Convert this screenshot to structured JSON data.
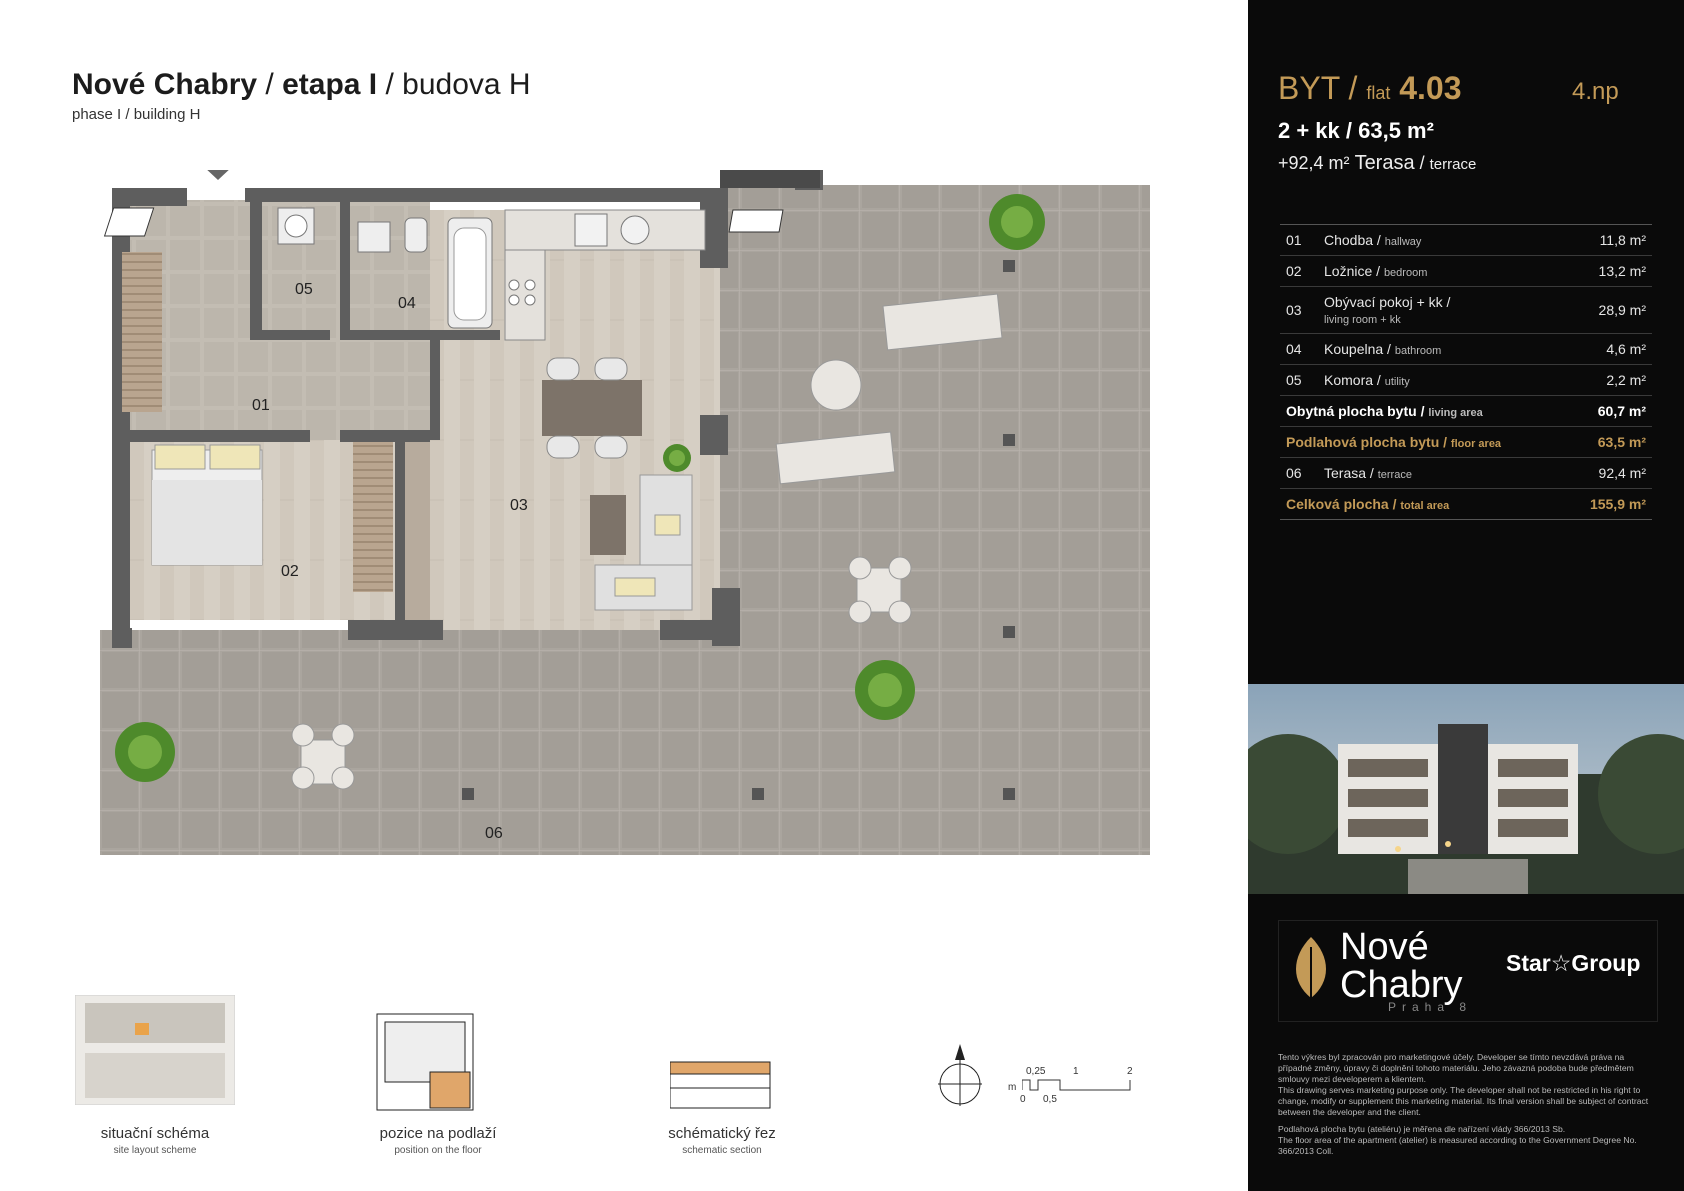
{
  "header": {
    "title_part1": "Nové Chabry",
    "sep1": " / ",
    "title_part2": "etapa I",
    "sep2": " / ",
    "title_part3": "budova H",
    "subtitle": "phase I / building H"
  },
  "plan": {
    "room_labels": [
      "01",
      "02",
      "03",
      "04",
      "05",
      "06"
    ]
  },
  "panel": {
    "byt": "BYT",
    "slash": " / ",
    "flat_en": "flat",
    "flat_no": "4.03",
    "floor": "4.np",
    "type": "2 + kk / 63,5 m²",
    "terrace_area": "+92,4 m²",
    "terrace_cz": "Terasa",
    "terrace_sep": " / ",
    "terrace_en": "terrace",
    "rooms": [
      {
        "num": "01",
        "cz": "Chodba",
        "en": "hallway",
        "area": "11,8 m²"
      },
      {
        "num": "02",
        "cz": "Ložnice",
        "en": "bedroom",
        "area": "13,2 m²"
      },
      {
        "num": "03",
        "cz": "Obývací pokoj + kk /",
        "en": "living room + kk",
        "area": "28,9 m²"
      },
      {
        "num": "04",
        "cz": "Koupelna",
        "en": "bathroom",
        "area": "4,6 m²"
      },
      {
        "num": "05",
        "cz": "Komora",
        "en": "utility",
        "area": "2,2 m²"
      }
    ],
    "living": {
      "cz": "Obytná plocha bytu",
      "en": "living area",
      "area": "60,7 m²"
    },
    "floor_area": {
      "cz": "Podlahová plocha bytu",
      "en": "floor area",
      "area": "63,5 m²"
    },
    "terrace_row": {
      "num": "06",
      "cz": "Terasa",
      "en": "terrace",
      "area": "92,4 m²"
    },
    "total": {
      "cz": "Celková plocha",
      "en": "total area",
      "area": "155,9 m²"
    },
    "logo_name_1": "Nové",
    "logo_name_2": "Chabry",
    "logo_city": "Praha 8",
    "developer_1": "Star",
    "developer_2": "Group",
    "disclaimer_1": "Tento výkres byl zpracován pro marketingové účely. Developer se tímto nevzdává práva na případné změny, úpravy či doplnění tohoto materiálu. Jeho závazná podoba bude předmětem smlouvy mezi developerem a klientem.",
    "disclaimer_2": "This drawing serves marketing purpose only. The developer shall not be restricted in his right to change, modify or supplement this marketing material. Its final version shall be subject of contract between the developer and the client.",
    "disclaimer_3": "Podlahová plocha bytu (ateliéru) je měřena dle nařízení vlády 366/2013 Sb.",
    "disclaimer_4": "The floor area of the apartment (atelier) is measured according to the Government Degree No. 366/2013 Coll."
  },
  "bottom": {
    "site_cz": "situační schéma",
    "site_en": "site layout scheme",
    "pos_cz": "pozice na podlaží",
    "pos_en": "position on the floor",
    "sec_cz": "schématický řez",
    "sec_en": "schematic section",
    "scale_unit": "m",
    "scale_top": [
      "0,25",
      "1",
      "2"
    ],
    "scale_bottom": [
      "0",
      "0,5"
    ]
  },
  "colors": {
    "panel_bg": "#0a0a0a",
    "gold": "#c39a57",
    "wall": "#5a5a5a",
    "terrace": "#a9a49d",
    "floor_wood": "#cfc6ba"
  }
}
